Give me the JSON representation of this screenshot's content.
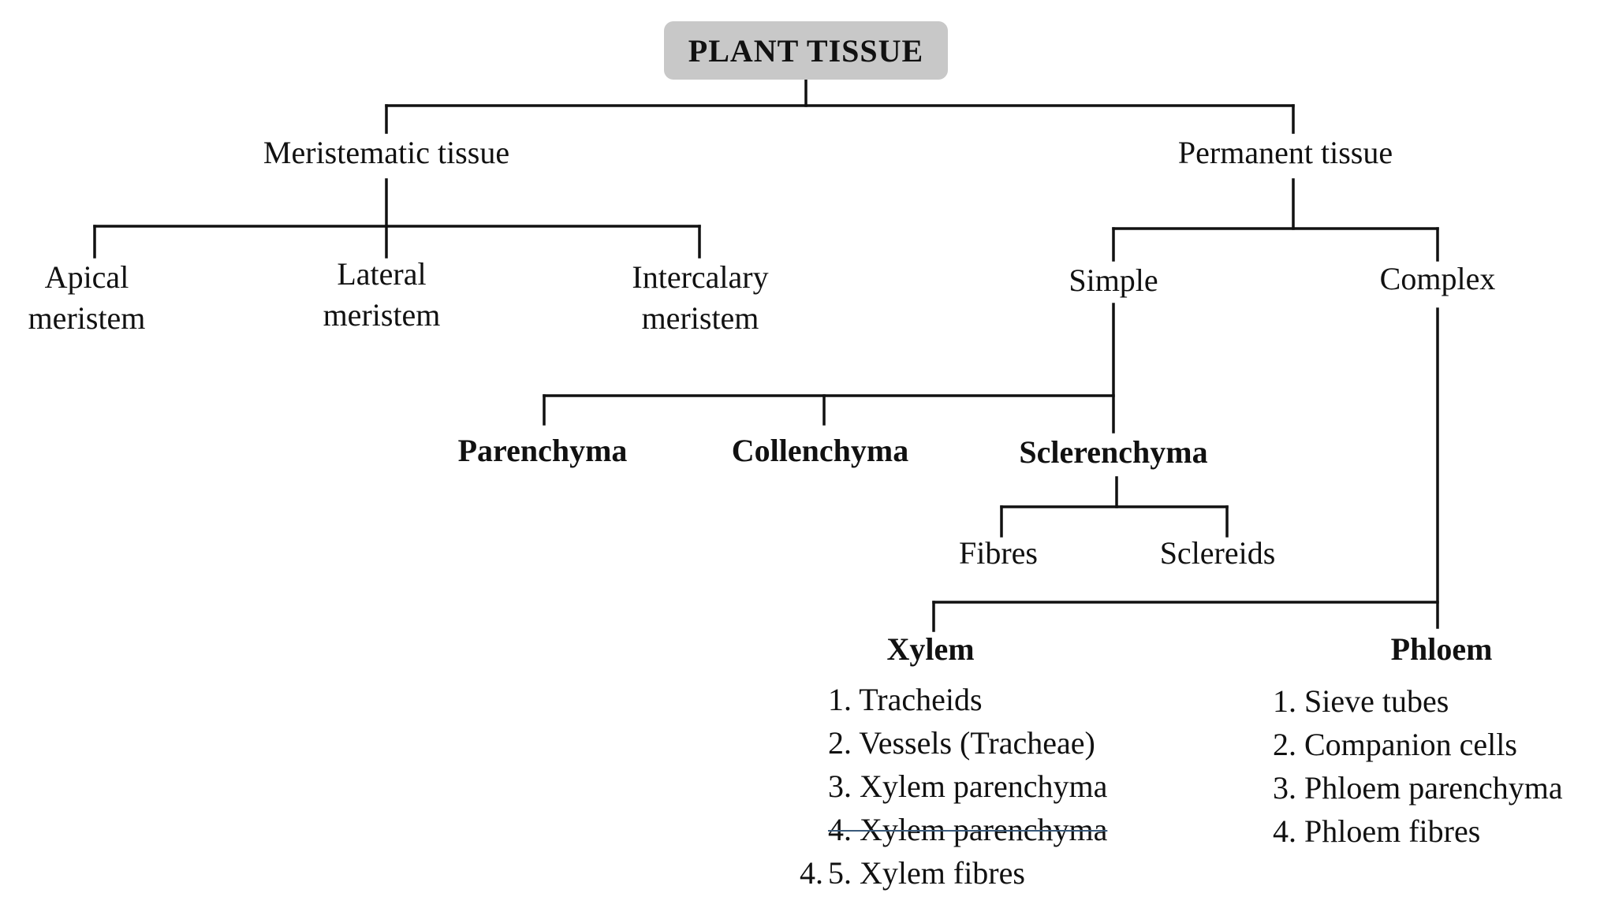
{
  "root": {
    "label": "PLANT TISSUE"
  },
  "meristematic": {
    "label": "Meristematic tissue",
    "children": {
      "apical": [
        "Apical",
        "meristem"
      ],
      "lateral": [
        "Lateral",
        "meristem"
      ],
      "intercalary": [
        "Intercalary",
        "meristem"
      ]
    }
  },
  "permanent": {
    "label": "Permanent tissue",
    "simple": {
      "label": "Simple",
      "parenchyma": "Parenchyma",
      "collenchyma": "Collenchyma",
      "sclerenchyma": {
        "label": "Sclerenchyma",
        "fibres": "Fibres",
        "sclereids": "Sclereids"
      }
    },
    "complex": {
      "label": "Complex",
      "xylem": {
        "label": "Xylem",
        "items": [
          "1. Tracheids",
          "2. Vessels (Tracheae)",
          "3. Xylem parenchyma",
          "4. Xylem parenchyma",
          "5. Xylem fibres"
        ],
        "correction_mark": "4."
      },
      "phloem": {
        "label": "Phloem",
        "items": [
          "1. Sieve tubes",
          "2. Companion cells",
          "3. Phloem parenchyma",
          "4. Phloem fibres"
        ]
      }
    }
  },
  "colors": {
    "line": "#111111",
    "root_fill": "#c8c8c8",
    "strike": "#3a5a7a"
  }
}
